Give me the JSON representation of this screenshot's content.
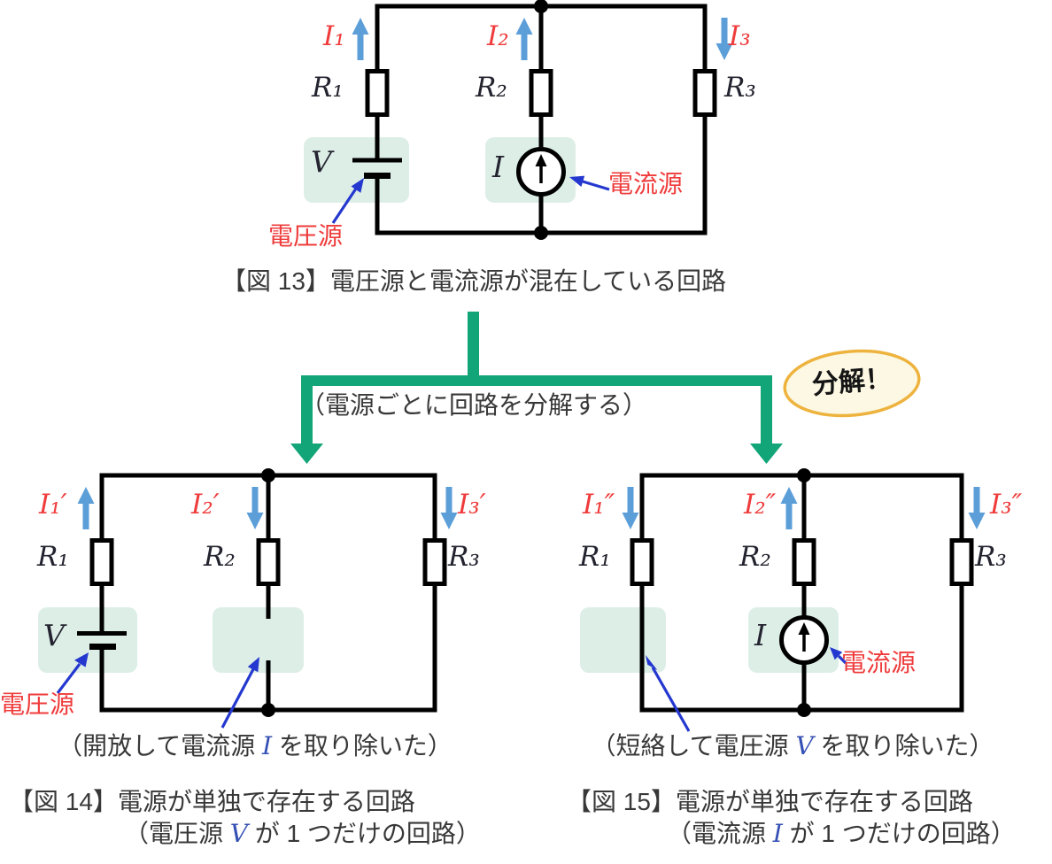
{
  "colors": {
    "wire_black": "#000000",
    "highlight_green": "#ddeee7",
    "current_arrow_blue": "#5b9ed8",
    "pointer_arrow_blue": "#2438d0",
    "label_red": "#ef3b3b",
    "connector_green": "#12a578",
    "badge_border_orange": "#eeb33e",
    "badge_fill_cream": "#fcf8e3",
    "caption_gray": "#383838",
    "symbol_dark": "#242430",
    "caption_math_blue": "#3550b4"
  },
  "fig13": {
    "caption": "【図 13】電圧源と電流源が混在している回路",
    "currents": {
      "i1": "I₁",
      "i2": "I₂",
      "i3": "I₃"
    },
    "resistors": {
      "r1": "R₁",
      "r2": "R₂",
      "r3": "R₃"
    },
    "voltage_source": {
      "symbol": "V",
      "label": "電圧源"
    },
    "current_source": {
      "symbol": "I",
      "label": "電流源"
    }
  },
  "decompose": {
    "note": "（電源ごとに回路を分解する）",
    "badge": "分解！"
  },
  "fig14": {
    "caption_line1": "【図 14】電源が単独で存在する回路",
    "caption_line2": {
      "pre": "（電圧源 ",
      "math": "V",
      "post": " が 1 つだけの回路）"
    },
    "note": {
      "pre": "（開放して電流源 ",
      "math": "I",
      "post": " を取り除いた）"
    },
    "currents": {
      "i1": "I₁′",
      "i2": "I₂′",
      "i3": "I₃′"
    },
    "resistors": {
      "r1": "R₁",
      "r2": "R₂",
      "r3": "R₃"
    },
    "voltage_source": {
      "symbol": "V",
      "label": "電圧源"
    }
  },
  "fig15": {
    "caption_line1": "【図 15】電源が単独で存在する回路",
    "caption_line2": {
      "pre": "（電流源 ",
      "math": "I",
      "post": " が 1 つだけの回路）"
    },
    "note": {
      "pre": "（短絡して電圧源 ",
      "math": "V",
      "post": " を取り除いた）"
    },
    "currents": {
      "i1": "I₁″",
      "i2": "I₂″",
      "i3": "I₃″"
    },
    "resistors": {
      "r1": "R₁",
      "r2": "R₂",
      "r3": "R₃"
    },
    "current_source": {
      "symbol": "I",
      "label": "電流源"
    }
  }
}
